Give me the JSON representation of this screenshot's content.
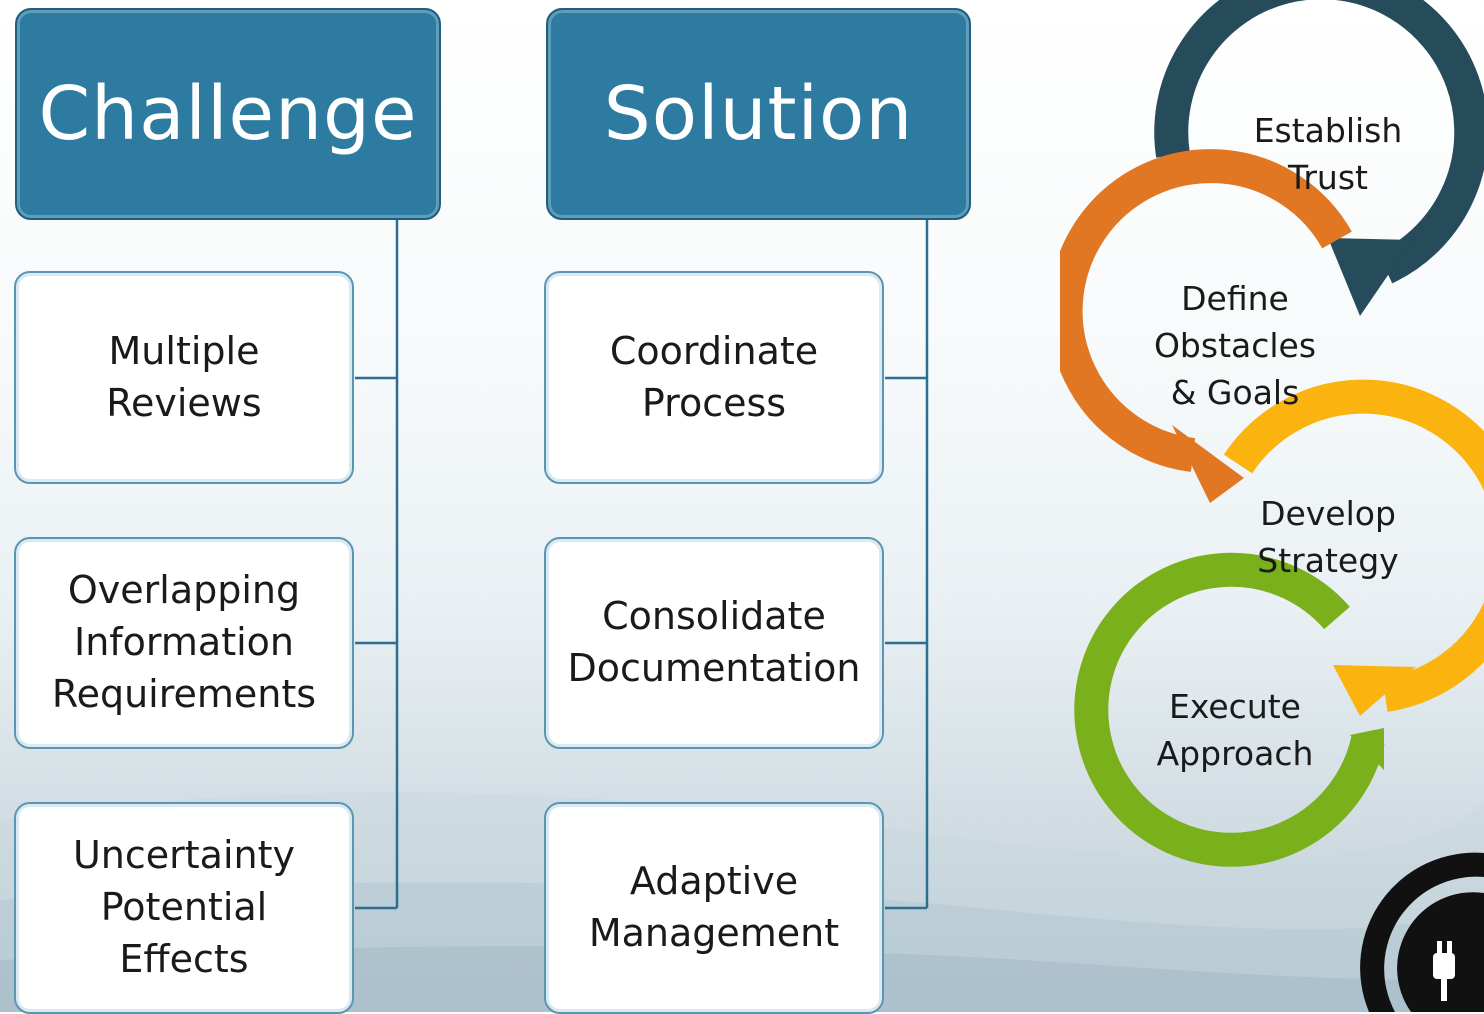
{
  "challenge": {
    "title": "Challenge",
    "items": [
      "Multiple\nReviews",
      "Overlapping\nInformation\nRequirements",
      "Uncertainty\nPotential\nEffects"
    ]
  },
  "solution": {
    "title": "Solution",
    "items": [
      "Coordinate\nProcess",
      "Consolidate\nDocumentation",
      "Adaptive\nManagement"
    ]
  },
  "cycle": {
    "steps": [
      {
        "label": "Establish\nTrust",
        "color": "#264b5b"
      },
      {
        "label": "Define\nObstacles\n& Goals",
        "color": "#e17722"
      },
      {
        "label": "Develop\nStrategy",
        "color": "#fbb40f"
      },
      {
        "label": "Execute\nApproach",
        "color": "#7ab01c"
      }
    ]
  },
  "colors": {
    "header": "#2d7ba1",
    "connector": "#2d6f91",
    "logo": "#111111"
  },
  "logo_icon": "plug-icon"
}
